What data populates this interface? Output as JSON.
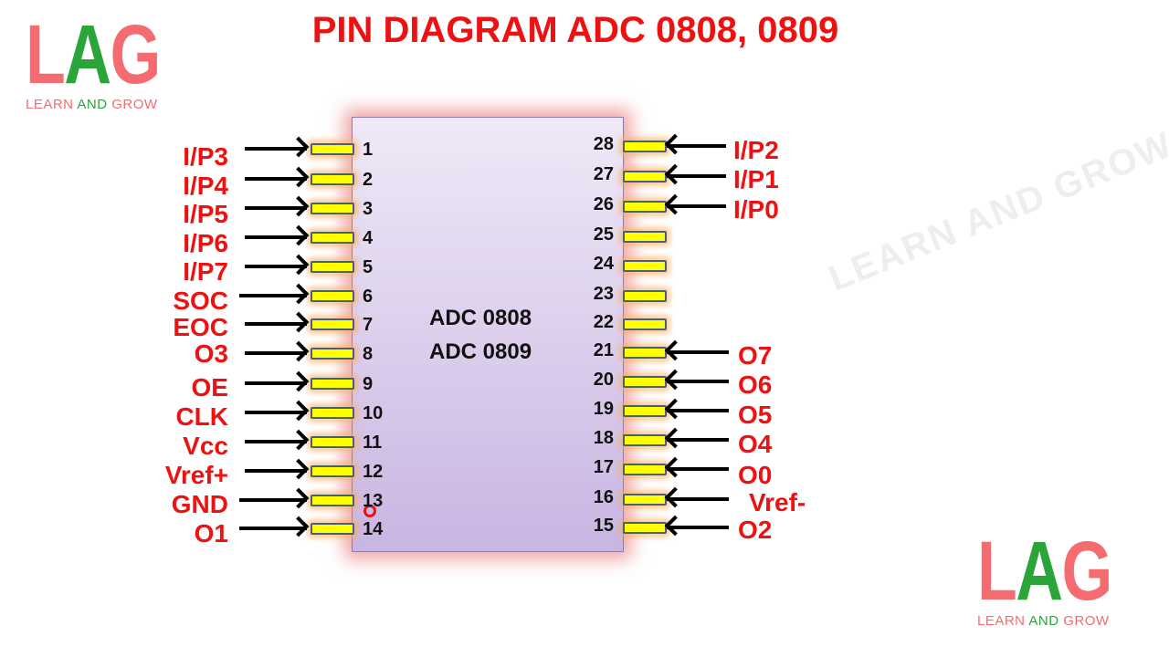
{
  "title": "PIN DIAGRAM ADC 0808, 0809",
  "logo": {
    "l": "L",
    "a": "A",
    "g": "G",
    "sub_learn": "LEARN ",
    "sub_and": "AND ",
    "sub_grow": "GROW"
  },
  "watermark": "LEARN AND GROW",
  "chip": {
    "line1": "ADC 0808",
    "line2": "ADC 0809"
  },
  "left_pins": [
    {
      "num": "1",
      "label": "I/P3"
    },
    {
      "num": "2",
      "label": "I/P4"
    },
    {
      "num": "3",
      "label": "I/P5"
    },
    {
      "num": "4",
      "label": "I/P6"
    },
    {
      "num": "5",
      "label": "I/P7"
    },
    {
      "num": "6",
      "label": "SOC"
    },
    {
      "num": "7",
      "label": "EOC"
    },
    {
      "num": "8",
      "label": "O3"
    },
    {
      "num": "9",
      "label": "OE"
    },
    {
      "num": "10",
      "label": "CLK"
    },
    {
      "num": "11",
      "label": "Vcc"
    },
    {
      "num": "12",
      "label": "Vref+"
    },
    {
      "num": "13",
      "label": "GND"
    },
    {
      "num": "14",
      "label": "O1"
    }
  ],
  "right_pins": [
    {
      "num": "28",
      "label": "I/P2"
    },
    {
      "num": "27",
      "label": "I/P1"
    },
    {
      "num": "26",
      "label": "I/P0"
    },
    {
      "num": "25",
      "label": ""
    },
    {
      "num": "24",
      "label": ""
    },
    {
      "num": "23",
      "label": ""
    },
    {
      "num": "22",
      "label": ""
    },
    {
      "num": "21",
      "label": "O7"
    },
    {
      "num": "20",
      "label": "O6"
    },
    {
      "num": "19",
      "label": "O5"
    },
    {
      "num": "18",
      "label": "O4"
    },
    {
      "num": "17",
      "label": "O0"
    },
    {
      "num": "16",
      "label": "Vref-"
    },
    {
      "num": "15",
      "label": "O2"
    }
  ]
}
